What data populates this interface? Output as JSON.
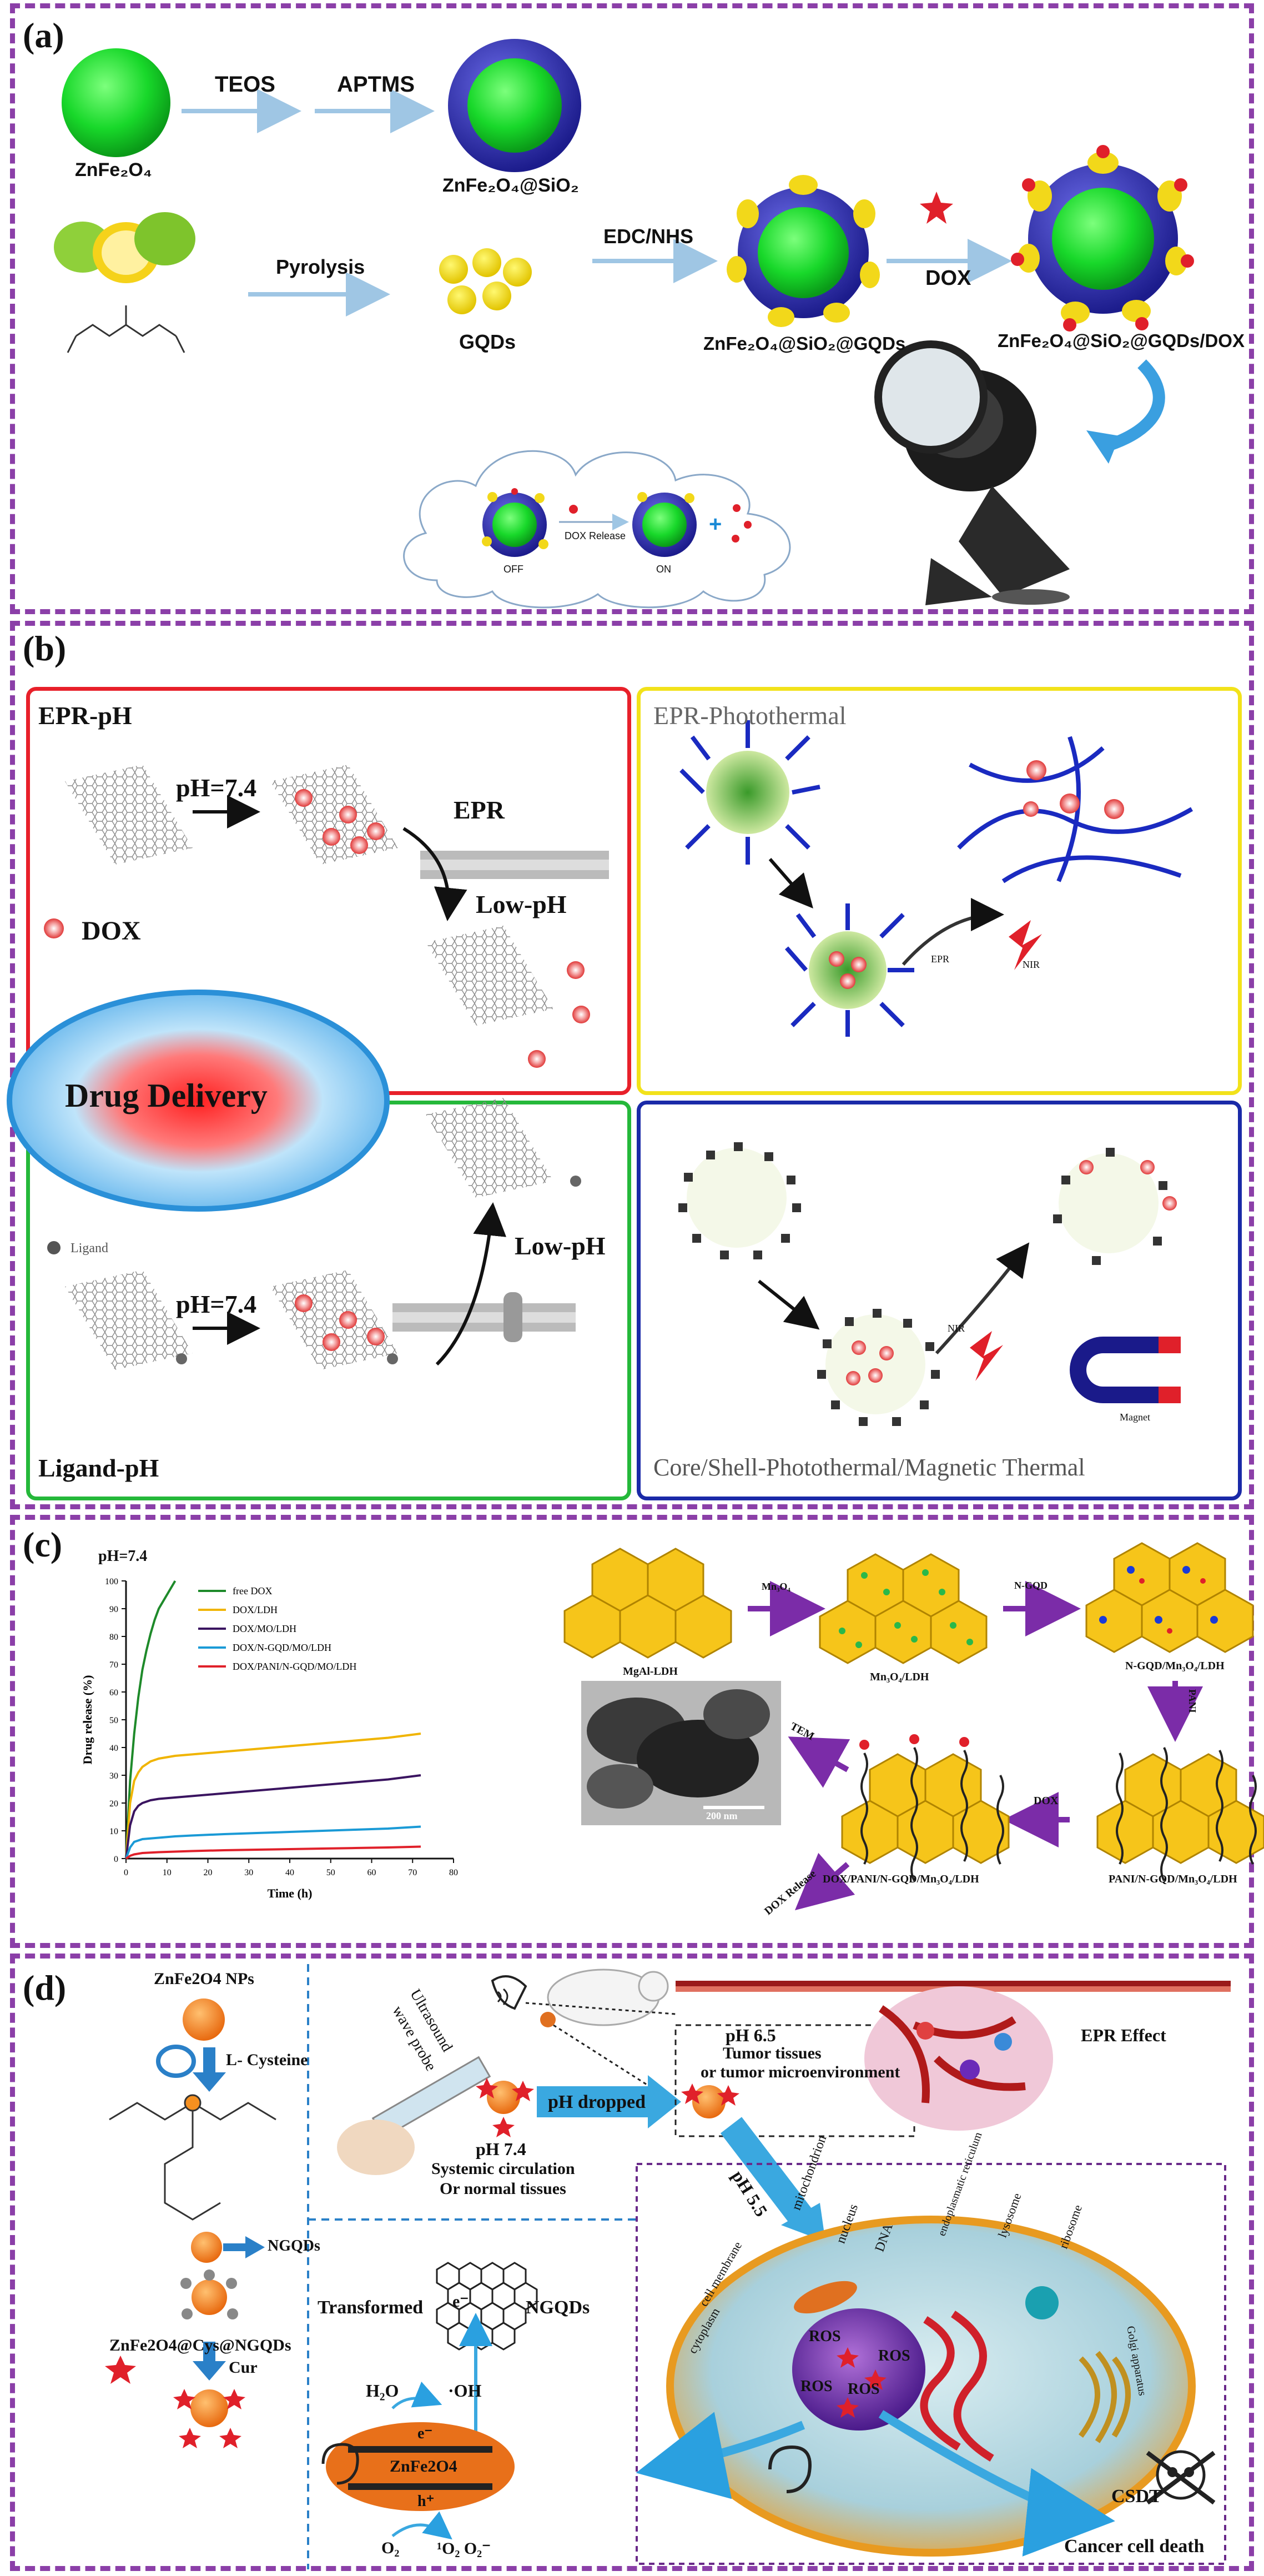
{
  "panel_a": {
    "label": "(a)",
    "zinc_ferrite": "ZnFe₂O₄",
    "teos": "TEOS",
    "aptms": "APTMS",
    "zinc_silica": "ZnFe₂O₄@SiO₂",
    "pyrolysis": "Pyrolysis",
    "gqds": "GQDs",
    "edc_nhs": "EDC/NHS",
    "zinc_gqds": "ZnFe₂O₄@SiO₂@GQDs",
    "dox": "DOX",
    "zinc_gqds_dox": "ZnFe₂O₄@SiO₂@GQDs/DOX",
    "cloud": {
      "release": "DOX Release",
      "off": "OFF",
      "on": "ON"
    }
  },
  "panel_b": {
    "label": "(b)",
    "epr_ph": "EPR-pH",
    "ph74_top": "pH=7.4",
    "epr": "EPR",
    "low_ph_top": "Low-pH",
    "dox": "DOX",
    "drug_delivery": "Drug Delivery",
    "epr_photothermal": "EPR-Photothermal",
    "epr_small": "EPR",
    "nir_top": "NIR",
    "ligand_small": "Ligand",
    "ph74_bottom": "pH=7.4",
    "low_ph_bottom": "Low-pH",
    "ligand_ph": "Ligand-pH",
    "nir_bottom": "NIR",
    "magnet": "Magnet",
    "core_shell": "Core/Shell-Photothermal/Magnetic Thermal",
    "colors": {
      "red_box": "#e8202a",
      "yellow_box": "#f2e21a",
      "green_box": "#25b83a",
      "blue_box": "#1a2aa8"
    }
  },
  "panel_c": {
    "label": "(c)",
    "ph_label": "pH=7.4",
    "mgal": "MgAl-LDH",
    "mn3o4_arrow": "Mn₃O₄",
    "mn_ldh": "Mn₃O₄/LDH",
    "ngqd_arrow": "N-GQD",
    "ngqd_mn_ldh": "N-GQD/Mn₃O₄/LDH",
    "pani_arrow": "PANI",
    "pani_ldh": "PANI/N-GQD/Mn₃O₄/LDH",
    "dox_arrow": "DOX",
    "dox_pani_ldh": "DOX/PANI/N-GQD/Mn₃O₄/LDH",
    "tem": "TEM",
    "dox_release": "DOX Release",
    "scale": "200 nm"
  },
  "chart_data": {
    "type": "line",
    "title": "",
    "xlabel": "Time (h)",
    "ylabel": "Drug release (%)",
    "xlim": [
      0,
      80
    ],
    "ylim": [
      0,
      100
    ],
    "xticks": [
      "0",
      "10",
      "20",
      "30",
      "40",
      "50",
      "60",
      "70",
      "80"
    ],
    "yticks": [
      "0",
      "10",
      "20",
      "30",
      "40",
      "50",
      "60",
      "70",
      "80",
      "90",
      "100"
    ],
    "grid": false,
    "legend": "top-right",
    "series": [
      {
        "name": "free DOX",
        "color": "#1e8a2a",
        "x": [
          0,
          1,
          2,
          3,
          4,
          5,
          6,
          7,
          8,
          10,
          12
        ],
        "y": [
          0,
          28,
          45,
          58,
          68,
          75,
          81,
          86,
          90,
          95,
          100
        ]
      },
      {
        "name": "DOX/LDH",
        "color": "#f0b400",
        "x": [
          0,
          1,
          2,
          3,
          4,
          6,
          8,
          12,
          16,
          24,
          32,
          40,
          48,
          56,
          64,
          72
        ],
        "y": [
          0,
          20,
          28,
          31,
          33,
          35,
          36,
          37,
          37.5,
          38.5,
          39.5,
          40.5,
          41.5,
          42.5,
          43.5,
          45
        ]
      },
      {
        "name": "DOX/MO/LDH",
        "color": "#3a1460",
        "x": [
          0,
          1,
          2,
          3,
          4,
          6,
          8,
          12,
          16,
          24,
          32,
          40,
          48,
          56,
          64,
          72
        ],
        "y": [
          0,
          12,
          17,
          19,
          20,
          21,
          21.5,
          22,
          22.5,
          23.5,
          24.5,
          25.5,
          26.5,
          27.5,
          28.5,
          30
        ]
      },
      {
        "name": "DOX/N-GQD/MO/LDH",
        "color": "#1a9ad6",
        "x": [
          0,
          1,
          2,
          4,
          8,
          12,
          16,
          24,
          32,
          40,
          48,
          56,
          64,
          72
        ],
        "y": [
          0,
          4,
          6,
          7,
          7.5,
          8,
          8.3,
          8.8,
          9.2,
          9.6,
          10,
          10.4,
          10.8,
          11.5
        ]
      },
      {
        "name": "DOX/PANI/N-GQD/MO/LDH",
        "color": "#e0202a",
        "x": [
          0,
          1,
          2,
          4,
          8,
          12,
          16,
          24,
          32,
          40,
          48,
          56,
          64,
          72
        ],
        "y": [
          0,
          1,
          1.5,
          2,
          2.3,
          2.5,
          2.7,
          3,
          3.2,
          3.4,
          3.6,
          3.8,
          4,
          4.3
        ]
      }
    ]
  },
  "panel_d": {
    "label": "(d)",
    "znfe_nps": "ZnFe2O4 NPs",
    "l_cysteine": "L- Cysteine",
    "ngqds_step": "NGQDs",
    "product": "ZnFe2O4@Cys@NGQDs",
    "cur": "Cur",
    "ultrasound": "Ultrasound",
    "wave_probe": "wave probe",
    "ph_dropped": "pH dropped",
    "ph74": "pH 7.4",
    "systemic": "Systemic circulation",
    "normal": "Or normal tissues",
    "ph65": "pH 6.5",
    "tumor_tissues": "Tumor tissues",
    "tumor_env": "or tumor microenvironment",
    "epr_effect": "EPR Effect",
    "ph55": "pH 5.5",
    "transformed": "Transformed",
    "ngqds": "NGQDs",
    "h2o": "H₂O",
    "oh": "·OH",
    "e_top": "e⁻",
    "e_band": "e⁻",
    "znfe_core": "ZnFe2O4",
    "h_plus": "h⁺",
    "o2": "O₂",
    "ros_products": "¹O₂ O₂⁻",
    "mitochondrion": "mitochondrion",
    "nucleus": "nucleus",
    "dna": "DNA",
    "er": "endoplasmatic reticulum",
    "lysosome": "lysosome",
    "ribosome": "ribosome",
    "cell_membrane": "cell membrane",
    "cytoplasm": "cytoplasm",
    "golgi": "Golgi apparatus",
    "ros": "ROS",
    "csdt": "CSDT",
    "cancer_death": "Cancer cell death"
  }
}
